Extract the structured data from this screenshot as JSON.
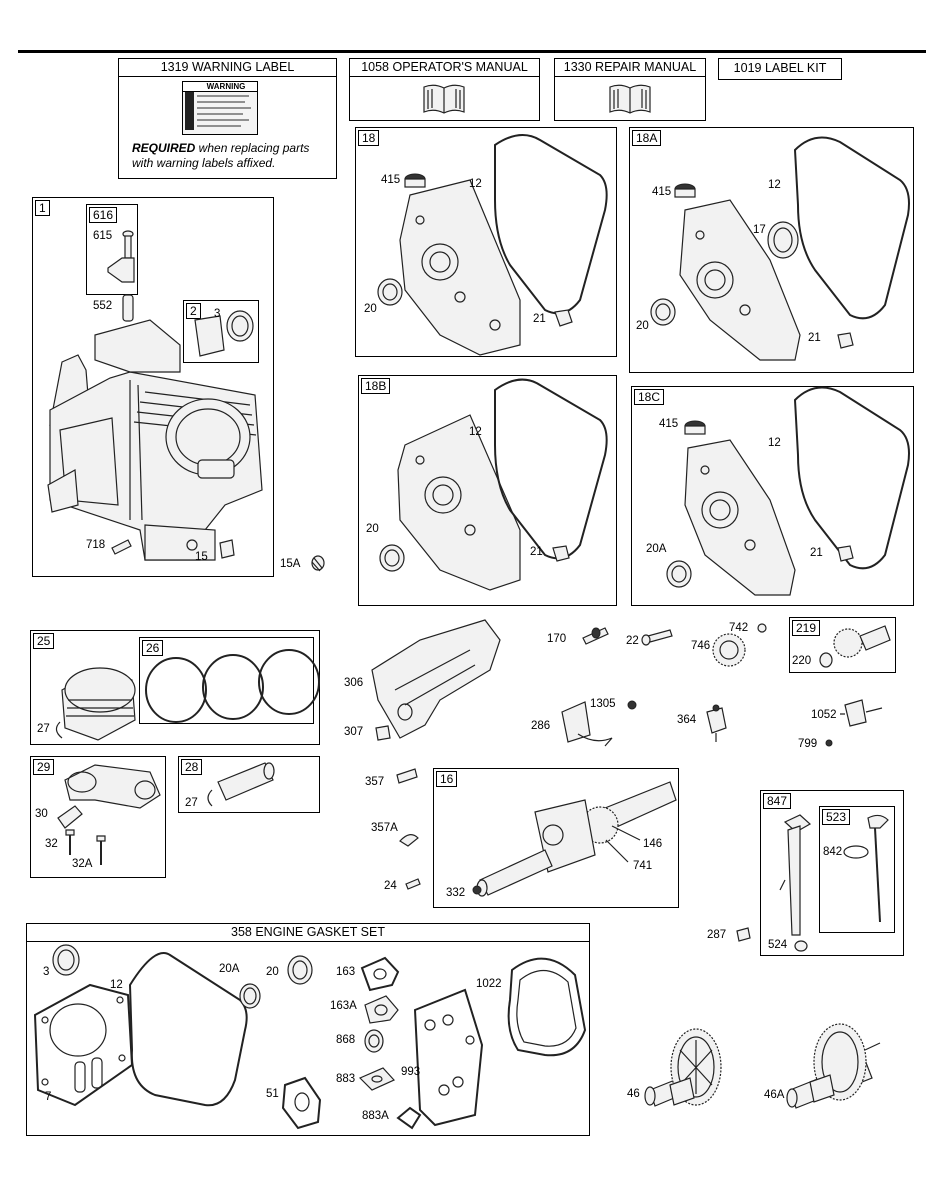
{
  "header_boxes": {
    "warning": "1319 WARNING LABEL",
    "manual": "1058 OPERATOR'S MANUAL",
    "repair": "1330 REPAIR MANUAL",
    "labelkit": "1019 LABEL KIT",
    "gasket_set": "358 ENGINE GASKET SET"
  },
  "warning_label": {
    "sign": "WARNING",
    "required_bold": "REQUIRED",
    "required_rest": " when replacing parts with warning labels affixed."
  },
  "group_tags": [
    "1",
    "616",
    "2",
    "18",
    "18A",
    "18B",
    "18C",
    "25",
    "26",
    "29",
    "28",
    "16",
    "219",
    "847",
    "523"
  ],
  "part_labels": [
    {
      "id": "p415a",
      "t": "415"
    },
    {
      "id": "p12a",
      "t": "12"
    },
    {
      "id": "p20a",
      "t": "20"
    },
    {
      "id": "p21a",
      "t": "21"
    },
    {
      "id": "p415b",
      "t": "415"
    },
    {
      "id": "p12b",
      "t": "12"
    },
    {
      "id": "p17",
      "t": "17"
    },
    {
      "id": "p20b",
      "t": "20"
    },
    {
      "id": "p21b",
      "t": "21"
    },
    {
      "id": "p12c",
      "t": "12"
    },
    {
      "id": "p20c",
      "t": "20"
    },
    {
      "id": "p21c",
      "t": "21"
    },
    {
      "id": "p415d",
      "t": "415"
    },
    {
      "id": "p12d",
      "t": "12"
    },
    {
      "id": "p20Ad",
      "t": "20A"
    },
    {
      "id": "p21d",
      "t": "21"
    },
    {
      "id": "p615",
      "t": "615"
    },
    {
      "id": "p552",
      "t": "552"
    },
    {
      "id": "p3a",
      "t": "3"
    },
    {
      "id": "p718",
      "t": "718"
    },
    {
      "id": "p15",
      "t": "15"
    },
    {
      "id": "p15A",
      "t": "15A"
    },
    {
      "id": "p27a",
      "t": "27"
    },
    {
      "id": "p30",
      "t": "30"
    },
    {
      "id": "p32",
      "t": "32"
    },
    {
      "id": "p32A",
      "t": "32A"
    },
    {
      "id": "p27b",
      "t": "27"
    },
    {
      "id": "p306",
      "t": "306"
    },
    {
      "id": "p307",
      "t": "307"
    },
    {
      "id": "p170",
      "t": "170"
    },
    {
      "id": "p22",
      "t": "22"
    },
    {
      "id": "p742",
      "t": "742"
    },
    {
      "id": "p746",
      "t": "746"
    },
    {
      "id": "p220",
      "t": "220"
    },
    {
      "id": "p1305",
      "t": "1305"
    },
    {
      "id": "p286",
      "t": "286"
    },
    {
      "id": "p364",
      "t": "364"
    },
    {
      "id": "p1052",
      "t": "1052"
    },
    {
      "id": "p799",
      "t": "799"
    },
    {
      "id": "p357",
      "t": "357"
    },
    {
      "id": "p357A",
      "t": "357A"
    },
    {
      "id": "p24",
      "t": "24"
    },
    {
      "id": "p332",
      "t": "332"
    },
    {
      "id": "p146",
      "t": "146"
    },
    {
      "id": "p741",
      "t": "741"
    },
    {
      "id": "p842",
      "t": "842"
    },
    {
      "id": "p287",
      "t": "287"
    },
    {
      "id": "p524",
      "t": "524"
    },
    {
      "id": "g3",
      "t": "3"
    },
    {
      "id": "g12",
      "t": "12"
    },
    {
      "id": "g20A",
      "t": "20A"
    },
    {
      "id": "g20",
      "t": "20"
    },
    {
      "id": "g163",
      "t": "163"
    },
    {
      "id": "g163A",
      "t": "163A"
    },
    {
      "id": "g868",
      "t": "868"
    },
    {
      "id": "g883",
      "t": "883"
    },
    {
      "id": "g993",
      "t": "993"
    },
    {
      "id": "g1022",
      "t": "1022"
    },
    {
      "id": "g7",
      "t": "7"
    },
    {
      "id": "g51",
      "t": "51"
    },
    {
      "id": "g883A",
      "t": "883A"
    },
    {
      "id": "p46",
      "t": "46"
    },
    {
      "id": "p46A",
      "t": "46A"
    }
  ],
  "icons": [
    "book-icon",
    "warning-sign-icon",
    "engine-block-illustration",
    "crankcase-cover-illustration",
    "gasket-illustration",
    "piston-illustration",
    "crankshaft-illustration",
    "camshaft-illustration",
    "dipstick-illustration"
  ]
}
